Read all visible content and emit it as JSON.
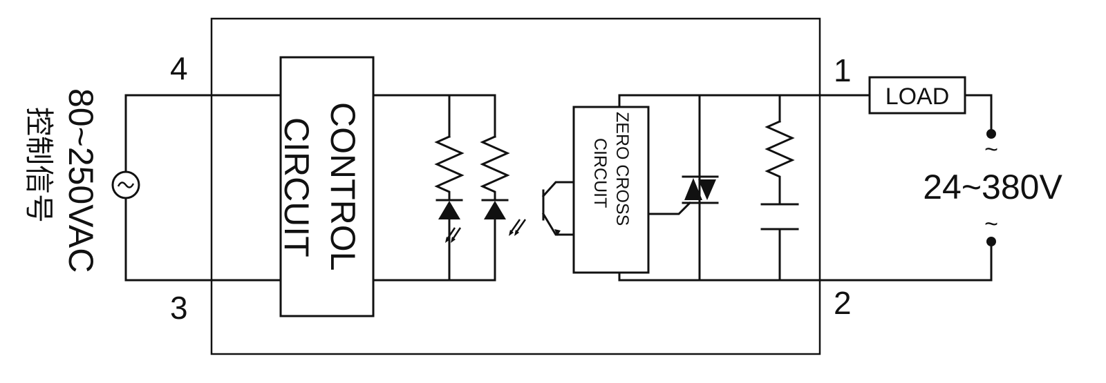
{
  "pins": {
    "p1": "1",
    "p2": "2",
    "p3": "3",
    "p4": "4"
  },
  "input": {
    "voltage": "80~250VAC",
    "label_cn": "控制信号"
  },
  "blocks": {
    "control": {
      "line1": "CONTROL",
      "line2": "CIRCUIT"
    },
    "zero_cross": {
      "line1": "ZERO CROSS",
      "line2": "CIRCUIT"
    },
    "load": "LOAD"
  },
  "output": {
    "voltage": "24~380V",
    "tilde": "~"
  }
}
